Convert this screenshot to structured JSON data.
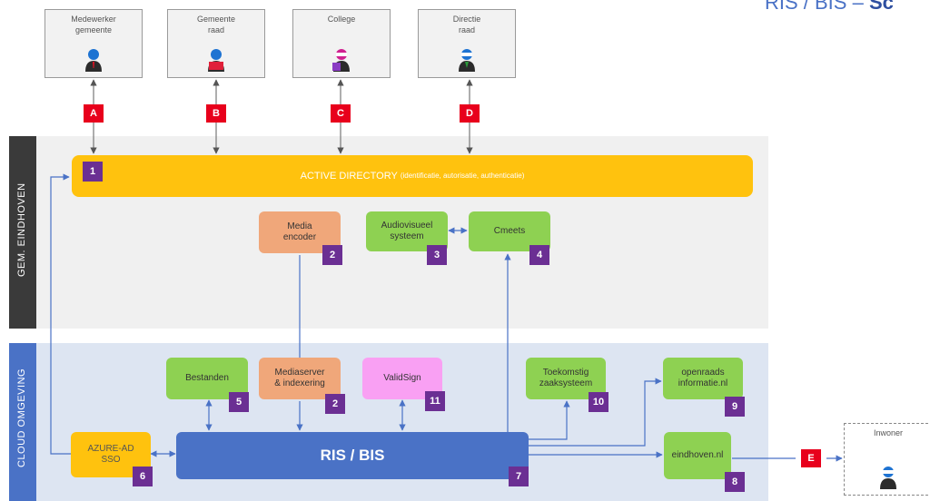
{
  "title": {
    "prefix": "RIS / BIS – ",
    "suffix": "Sc"
  },
  "bands": {
    "internal": "GEM. EINDHOVEN",
    "cloud": "CLOUD OMGEVING"
  },
  "actors": [
    {
      "label": "Medewerker\ngemeente",
      "badge": "A",
      "icon": "person-icon"
    },
    {
      "label": "Gemeente\nraad",
      "badge": "B",
      "icon": "reading-person-icon"
    },
    {
      "label": "College",
      "badge": "C",
      "icon": "person-with-mask-icon"
    },
    {
      "label": "Directie\nraad",
      "badge": "D",
      "icon": "person-with-mask-icon"
    },
    {
      "label": "Inwoner",
      "badge": "E",
      "icon": "person-icon"
    }
  ],
  "active_directory": {
    "title": "ACTIVE DIRECTORY",
    "subtitle": "(identificatie, autorisatie, authenticatie)",
    "num": "1"
  },
  "components": {
    "media_encoder": {
      "label": "Media\nencoder",
      "num": "2"
    },
    "audiovisueel": {
      "label": "Audiovisueel\nsysteem",
      "num": "3"
    },
    "cmeets": {
      "label": "Cmeets",
      "num": "4"
    },
    "bestanden": {
      "label": "Bestanden",
      "num": "5"
    },
    "mediaserver": {
      "label": "Mediaserver\n& indexering",
      "num": "2"
    },
    "validsign": {
      "label": "ValidSign",
      "num": "11"
    },
    "zaaksysteem": {
      "label": "Toekomstig\nzaaksysteem",
      "num": "10"
    },
    "openraads": {
      "label": "openraads\ninformatie.nl",
      "num": "9"
    },
    "azure": {
      "label": "AZURE-AD\nSSO",
      "num": "6"
    },
    "risbis": {
      "label": "RIS / BIS",
      "num": "7"
    },
    "eindhoven": {
      "label": "eindhoven.nl",
      "num": "8"
    }
  },
  "colors": {
    "internal_band": "#f0f0f0",
    "cloud_band": "#dde5f2",
    "badge_red": "#e8001c",
    "badge_purple": "#6b2f93",
    "green": "#8ed152",
    "orange": "#f0a77a",
    "pink": "#f9a0f3",
    "yellow": "#ffc20e",
    "blue": "#4a72c6"
  }
}
